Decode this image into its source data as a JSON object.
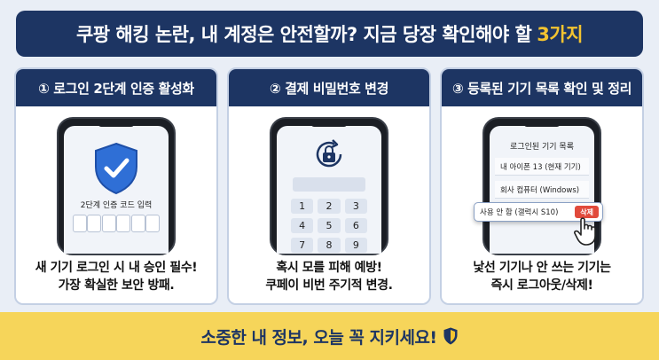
{
  "header": {
    "title": "쿠팡 해킹 논란, 내 계정은 안전할까? 지금 당장 확인해야 할",
    "title_highlight": "3가지"
  },
  "cards": [
    {
      "heading": "① 로그인 2단계 인증 활성화",
      "phone_label": "2단계 인증 코드 입력",
      "text_line1": "새 기기 로그인 시 내 승인 필수!",
      "text_line2": "가장 확실한 보안 방패."
    },
    {
      "heading": "② 결제 비밀번호 변경",
      "keypad": [
        "1",
        "2",
        "3",
        "4",
        "5",
        "6",
        "7",
        "8",
        "9"
      ],
      "text_line1": "혹시 모를 피해 예방!",
      "text_line2": "쿠페이 비번 주기적 변경."
    },
    {
      "heading": "③ 등록된 기기 목록 확인 및 정리",
      "phone_title": "로그인된 기기 목록",
      "devices": [
        "내 아이폰 13 (현재 기기)",
        "회사 컴퓨터 (Windows)"
      ],
      "popup_device": "사용 안 함 (갤럭시 S10)",
      "delete_label": "삭제",
      "text_line1": "낯선 기기나 안 쓰는 기기는",
      "text_line2": "즉시 로그아웃/삭제!"
    }
  ],
  "footer": {
    "text": "소중한 내 정보, 오늘 꼭 지키세요!"
  },
  "colors": {
    "navy": "#1d3563",
    "accent_yellow": "#f4c430",
    "footer_bg": "#f6d55a",
    "shield_blue": "#2f6fd6",
    "delete_red": "#e14a3b"
  },
  "icons": [
    "shield-check-icon",
    "lock-refresh-icon",
    "pointing-hand-icon",
    "shield-small-icon"
  ]
}
